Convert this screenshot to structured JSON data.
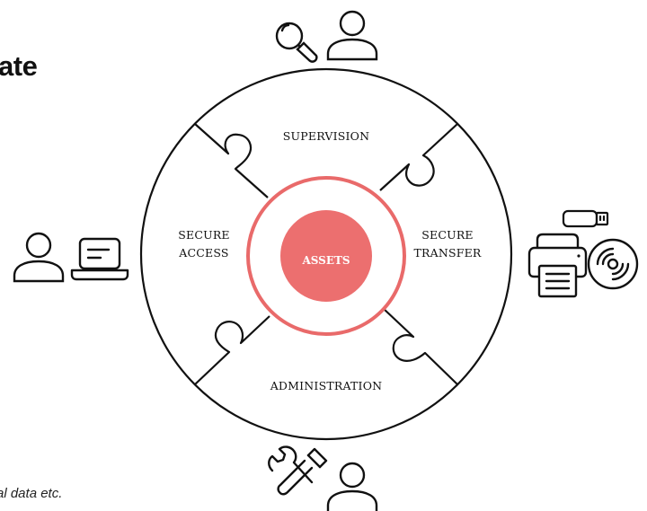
{
  "heading_fragment": "ate",
  "footnote_fragment": "al data etc.",
  "diagram": {
    "center_label": "ASSETS",
    "segments": {
      "top": [
        "SUPERVISION"
      ],
      "right": [
        "SECURE",
        "TRANSFER"
      ],
      "bottom": [
        "ADMINISTRATION"
      ],
      "left": [
        "SECURE",
        "ACCESS"
      ]
    },
    "accent_color": "#ec6f6f",
    "ring_color": "#e96a6a",
    "stroke_color": "#111111"
  },
  "icon_groups": {
    "top": [
      "magnifier-icon",
      "user-icon"
    ],
    "left": [
      "user-icon",
      "laptop-icon"
    ],
    "right": [
      "usb-drive-icon",
      "printer-icon",
      "disc-icon"
    ],
    "bottom": [
      "tools-icon",
      "user-icon"
    ]
  }
}
